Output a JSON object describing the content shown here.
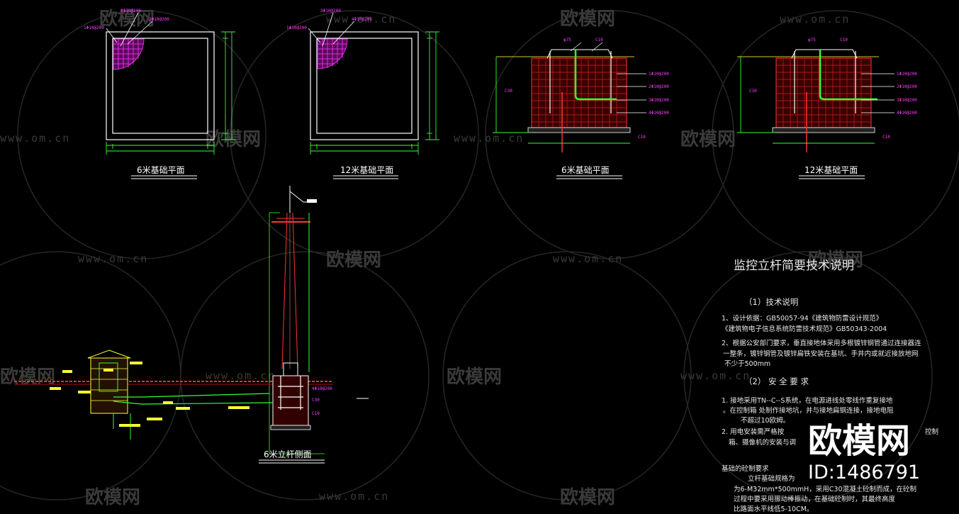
{
  "watermark": {
    "brand": "欧模网",
    "url": "www.om.cn"
  },
  "plans": {
    "plan_6m_title": "6米基础平面",
    "plan_12m_title": "12米基础平面",
    "section_6m_title": "6米基础平面",
    "section_12m_title": "12米基础平面",
    "side_view_title": "6米立杆侧面",
    "rebar_note_a": "4Φ10@200",
    "rebar_note_b": "3Φ10@200",
    "rebar_note_c": "1Φ10@200",
    "rebar_note_d": "2Φ10@200",
    "pipe_note": "φ75",
    "c10_note": "C10",
    "c30_note": "C30",
    "cushion_note": "C10"
  },
  "tech_notes": {
    "title": "监控立杆简要技术说明",
    "section1": "（1）技术说明",
    "line1": "1、设计依据：GB50057-94《建筑物防雷设计规范》",
    "line2": "《建筑物电子信息系统防雷技术规范》GB50343-2004",
    "line3": "2、根据公安部门要求，垂直接地体采用多根镀锌钢管通过连接器连",
    "line4": "一整条，镀锌钢管及镀锌扁铁安装在基坑、手井内或就近接放地网",
    "line5": "不少于500mm",
    "section2": "（2）  安 全 要 求",
    "line6": "1.     接地采用TN--C--S系统，在电源进线处零线作重复接地",
    "line7": "。在控制箱 处制作接地坑，并与接地扁钢连接，接地电阻",
    "line8": "不超过10欧姆。",
    "line9": "2.     用电安装需严格按",
    "line10": "箱、摄像机的安装与调",
    "line11": "控制",
    "section3": "基础的砼制要求",
    "line12": "立杆基础规格为",
    "line13": "为6-M32mm*500mmH，采用C30混凝土砼制而成，在砼制",
    "line14": "过程中要采用振动棒振动，在基础砼制时，其最终高度",
    "line15": "比路面水平线低5-10CM。"
  },
  "stamp": {
    "brand": "欧模网",
    "id": "ID:1486791"
  }
}
